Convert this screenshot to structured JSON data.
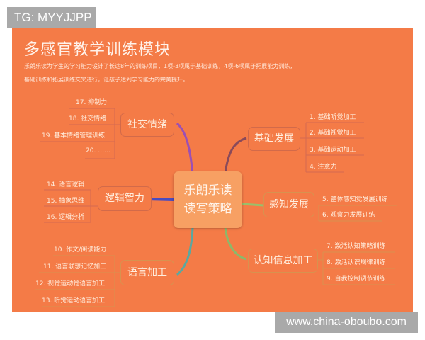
{
  "watermarks": {
    "top_left": "TG: MYYJJPP",
    "bottom_right": "www.china-oboubo.com"
  },
  "header": {
    "title": "多感官教学训练模块",
    "description_line1": "乐朗乐读为学生的学习能力设计了长达8年的训练项目，1项-3项属于基础训练，4项-6项属于拓展能力训练，",
    "description_line2": "基础训练和拓展训练交叉进行，让孩子达到学习能力的完美提升。"
  },
  "colors": {
    "panel": "#f47b47",
    "center": "#f7a063",
    "watermark": "#a9a9a9"
  },
  "mindmap": {
    "center": {
      "line1": "乐朗乐读",
      "line2": "读写策略"
    },
    "branches": [
      {
        "label": "社交情绪",
        "items": [
          "17. 抑制力",
          "18. 社交情绪",
          "19. 基本情绪管理训练",
          "20. ……"
        ]
      },
      {
        "label": "逻辑智力",
        "items": [
          "14. 语言逻辑",
          "15. 抽象思维",
          "16. 逻辑分析"
        ]
      },
      {
        "label": "语言加工",
        "items": [
          "10. 作文/阅读能力",
          "11. 语言联想记忆加工",
          "12. 视觉运动觉语言加工",
          "13. 听觉运动语言加工"
        ]
      },
      {
        "label": "基础发展",
        "items": [
          "1. 基础听觉加工",
          "2. 基础视觉加工",
          "3. 基础运动加工",
          "4. 注意力"
        ]
      },
      {
        "label": "感知发展",
        "items": [
          "5. 整体感知觉发展训练",
          "6. 观察力发展训练"
        ]
      },
      {
        "label": "认知信息加工",
        "items": [
          "7. 激活认知策略训练",
          "8. 激活认识规律训练",
          "9. 自我控制调节训练"
        ]
      }
    ]
  }
}
